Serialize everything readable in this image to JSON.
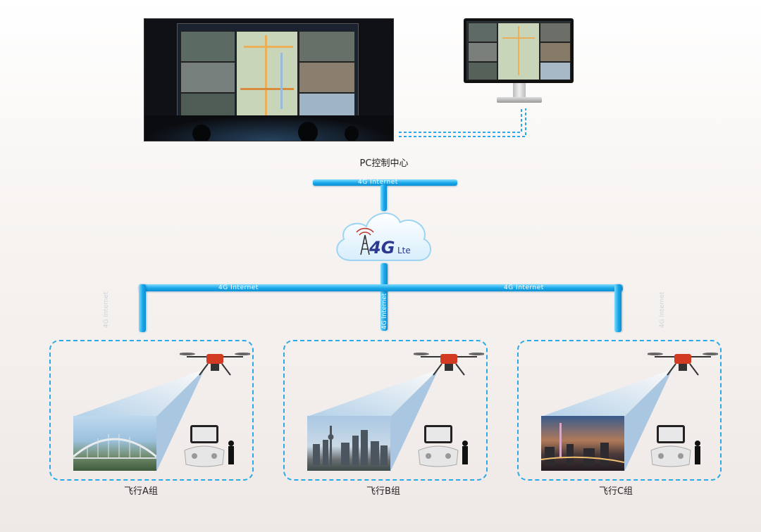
{
  "control_center": {
    "label": "PC控制中心"
  },
  "network": {
    "top_bar_label": "4G Internet",
    "branch_label_left": "4G Internet",
    "branch_label_right": "4G Internet",
    "center_vertical_label": "4G Internet",
    "left_side_label": "4G Internet",
    "right_side_label": "4G Internet"
  },
  "cloud": {
    "main": "4G",
    "sub": "Lte"
  },
  "groups": [
    {
      "label": "飞行A组"
    },
    {
      "label": "飞行B组"
    },
    {
      "label": "飞行C组"
    }
  ],
  "colors": {
    "network_blue": "#18a6e8",
    "dashed_border": "#2aa9e6",
    "drone_red": "#d23a22"
  }
}
